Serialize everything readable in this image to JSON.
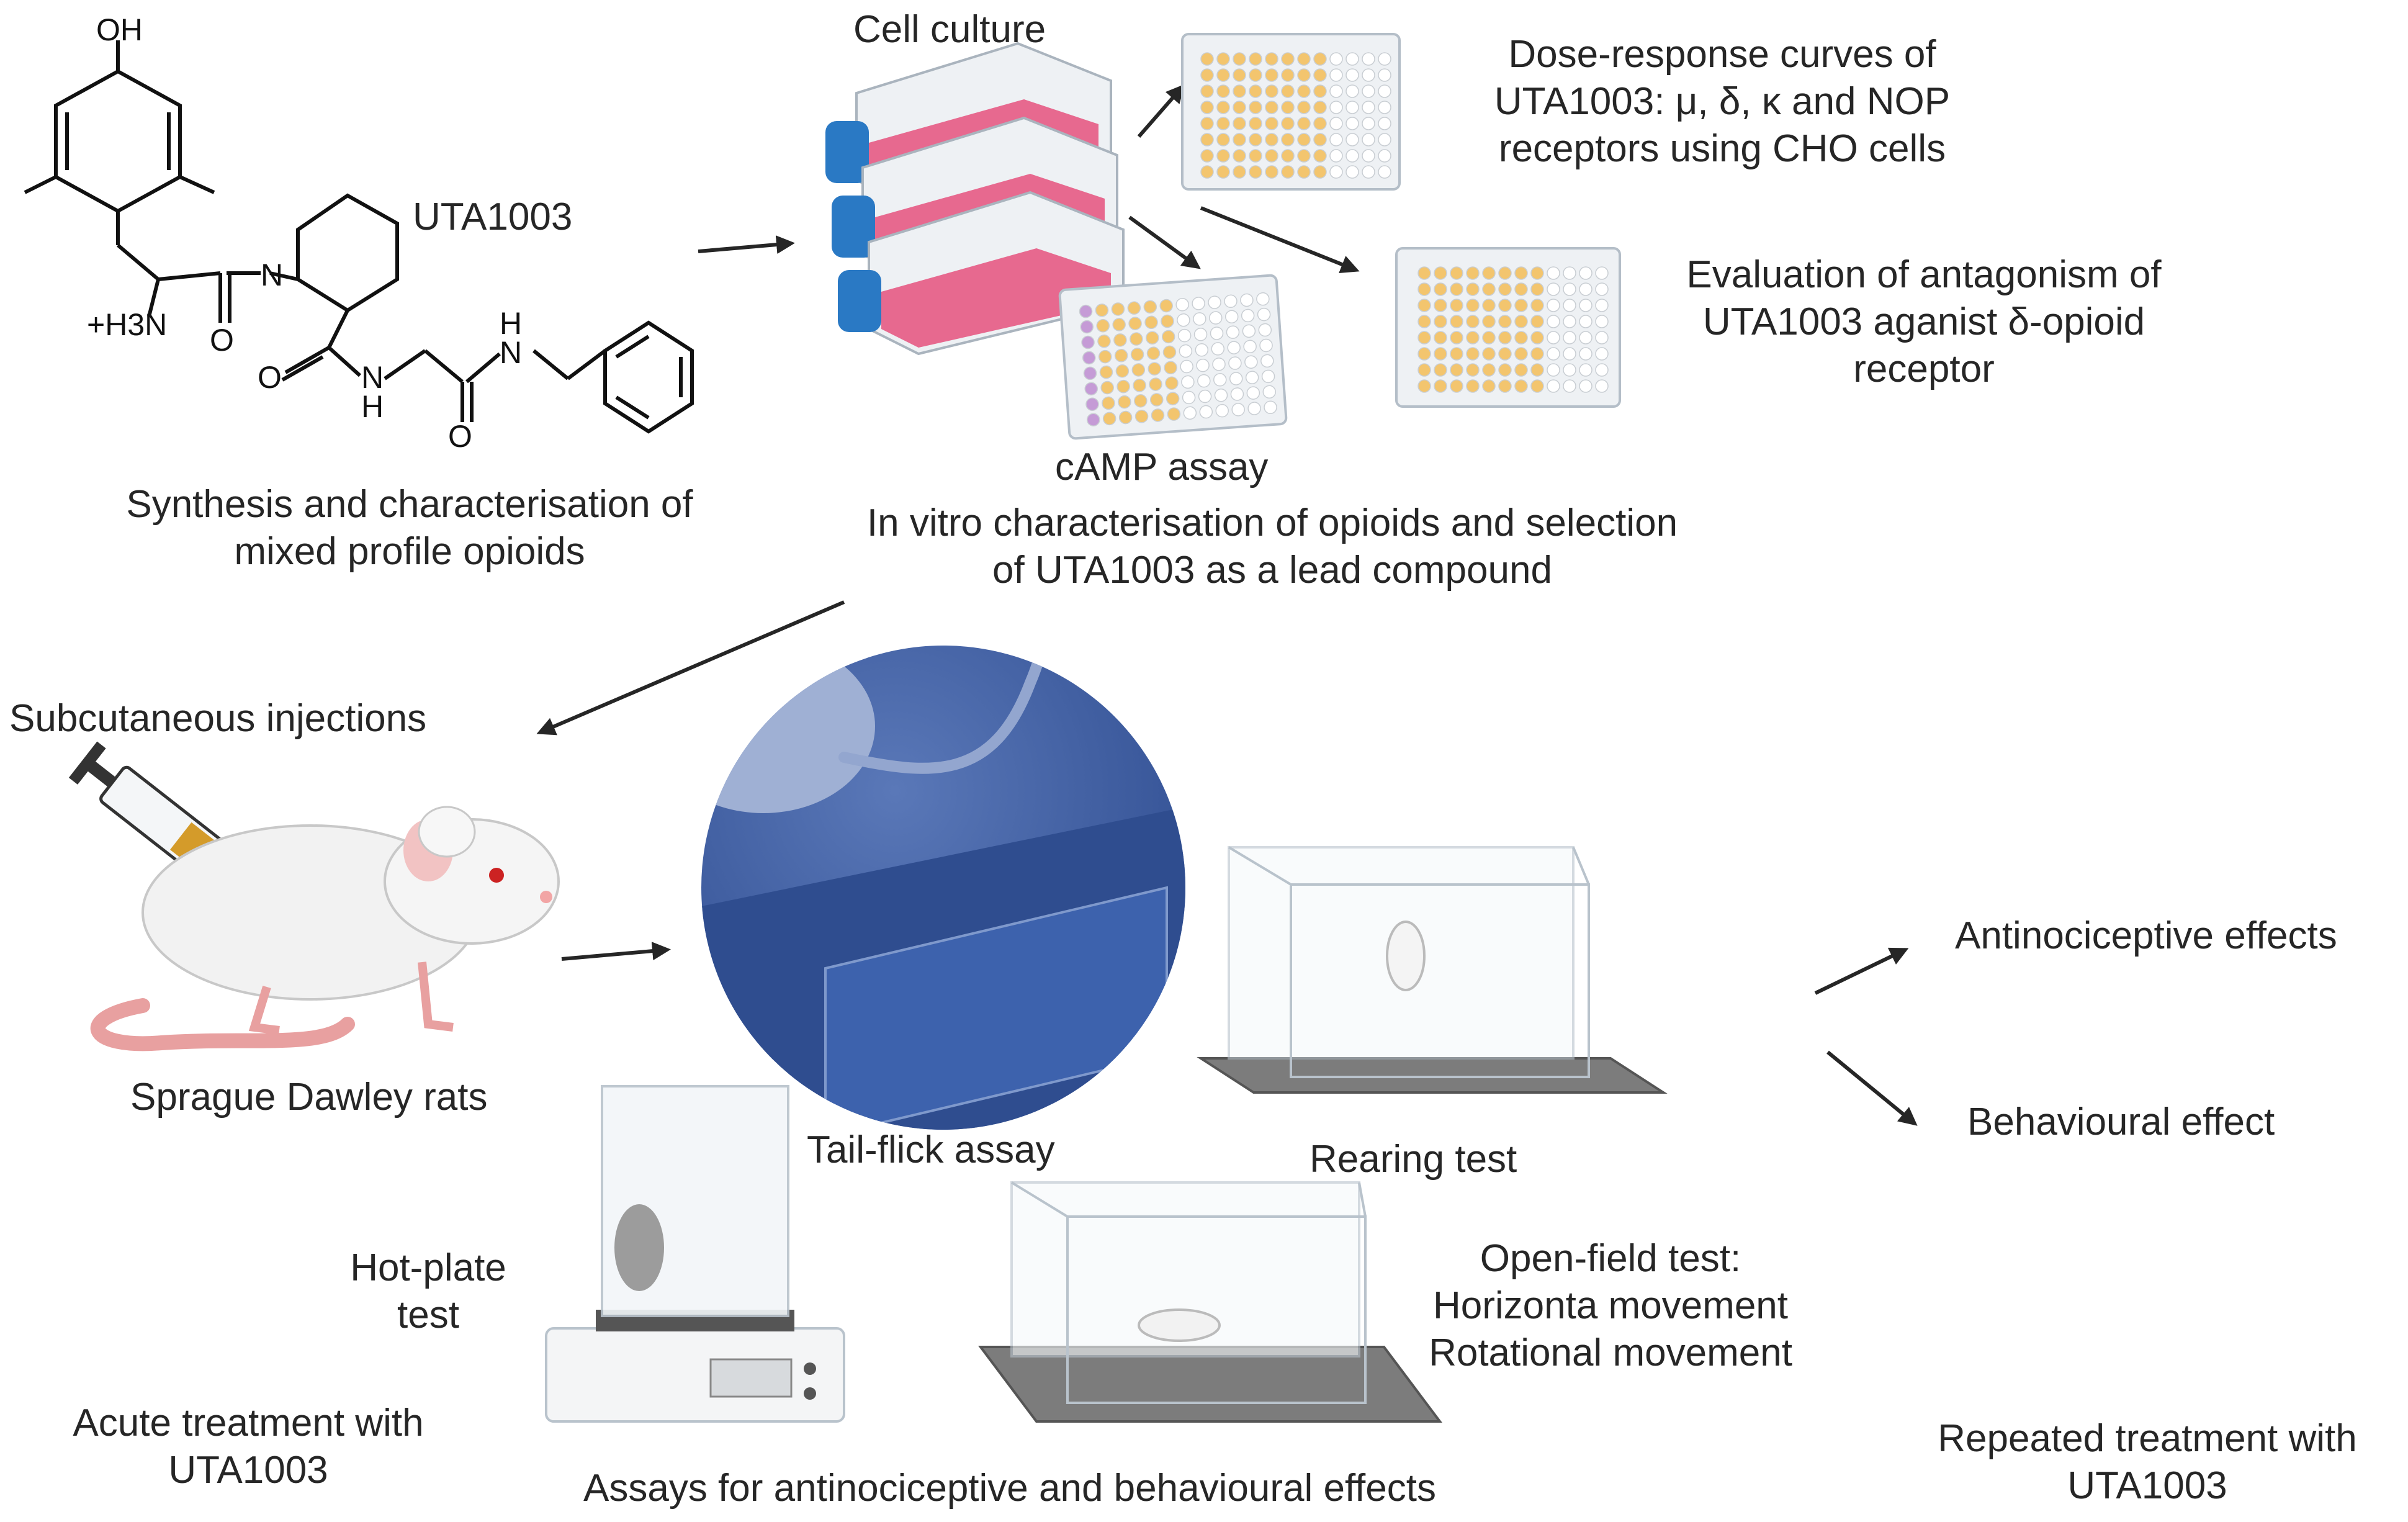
{
  "molecule": {
    "oh": "OH",
    "n": "N",
    "amine": "+H3N",
    "o1": "O",
    "o2": "O",
    "o3": "O",
    "h1": "H",
    "h2": "H",
    "name": "UTA1003"
  },
  "labels": {
    "synthesis": "Synthesis and characterisation of mixed profile opioids",
    "cell_culture": "Cell culture",
    "dose_response": "Dose-response curves of UTA1003: μ, δ, κ and NOP receptors using CHO cells",
    "antagonism": "Evaluation of antagonism of UTA1003 aganist δ-opioid receptor",
    "camp": "cAMP assay",
    "in_vitro": "In vitro characterisation of opioids and selection of UTA1003 as a lead compound",
    "injections": "Subcutaneous injections",
    "rats": "Sprague Dawley rats",
    "tail_flick": "Tail-flick assay",
    "rearing": "Rearing test",
    "hot_plate": "Hot-plate test",
    "open_field_title": "Open-field test:",
    "open_field_h": "Horizonta movement",
    "open_field_r": "Rotational movement",
    "acute": "Acute treatment with UTA1003",
    "assays": "Assays for antinociceptive and behavioural effects",
    "antinociceptive": "Antinociceptive effects",
    "behavioural": "Behavioural effect",
    "repeated": "Repeated treatment with UTA1003"
  },
  "colors": {
    "flask_pink": "#e5517c",
    "flask_cap": "#2a79c4",
    "well_yellow": "#f3c56e",
    "well_purple": "#c59bd6",
    "tail_blue": "#3a58a0",
    "arrow": "#262626"
  }
}
